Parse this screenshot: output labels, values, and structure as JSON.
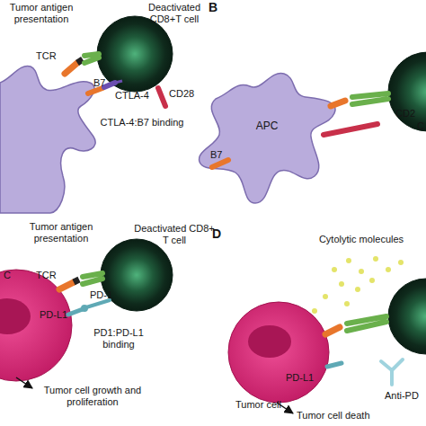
{
  "diagram": {
    "nodes": [
      {
        "text": [
          "APC"
        ]
      }
    ],
    "labels": [
      "B",
      "D",
      "Tumor antigen presentation",
      "Deactivated CD8+T cell",
      "TCR",
      "B7",
      "CTLA-4",
      "CD28",
      "CTLA-4:B7 binding",
      "CD2",
      "C",
      "B7",
      "Tumor antigen presentation",
      "Deactivated CD8+ T cell",
      "TCR",
      "C",
      "PD-1",
      "PD-L1",
      "PD1:PD-L1 binding",
      "Tumor cell growth and proliferation",
      "Cytolytic molecules",
      "Tumor cell",
      "Tumor cell death",
      "PD-L1",
      "Anti-PD"
    ]
  }
}
